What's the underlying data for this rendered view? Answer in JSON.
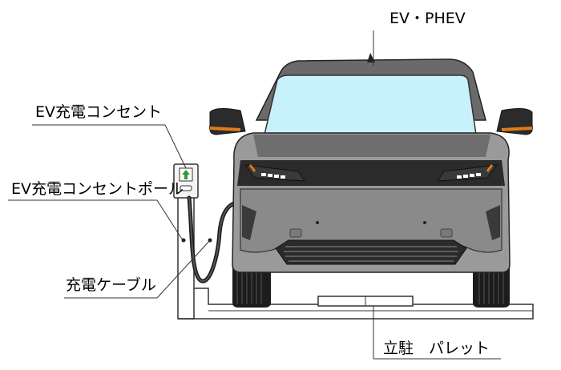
{
  "labels": {
    "vehicle": "EV・PHEV",
    "outlet": "EV充電コンセント",
    "outlet_pole": "EV充電コンセントポール",
    "cable": "充電ケーブル",
    "pallet": "立駐　パレット"
  },
  "colors": {
    "windshield": "#c8f2fb",
    "body_dark": "#2b2b2b",
    "body_mid": "#6a6a6a",
    "body_light": "#9a9a9a",
    "turn_signal": "#e07a1a",
    "led": "#ffffff",
    "outlet_indicator": "#2e9a3c"
  }
}
